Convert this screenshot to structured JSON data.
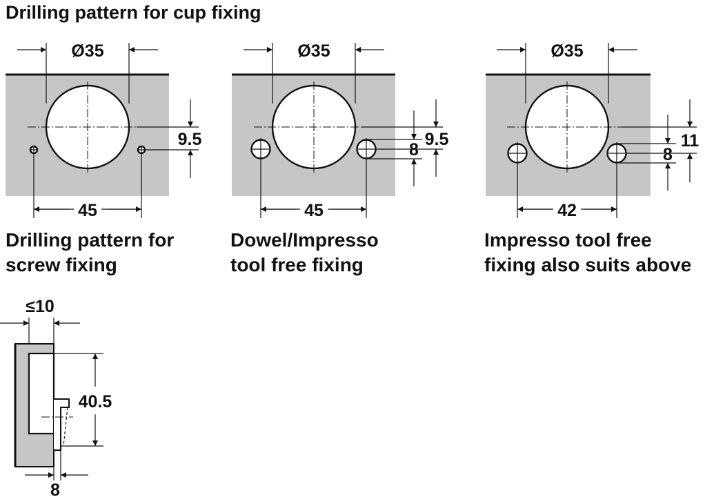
{
  "title": "Drilling pattern for cup fixing",
  "diagrams": {
    "screw": {
      "dia": "Ø35",
      "offset": "9.5",
      "spacing": "45",
      "caption": [
        "Drilling pattern for",
        "screw fixing"
      ]
    },
    "dowel": {
      "dia": "Ø35",
      "offset": "9.5",
      "hole": "8",
      "spacing": "45",
      "caption": [
        "Dowel/Impresso",
        "tool free fixing"
      ]
    },
    "impresso": {
      "dia": "Ø35",
      "offset": "11",
      "hole": "8",
      "spacing": "42",
      "caption": [
        "Impresso tool free",
        "fixing also suits above"
      ]
    },
    "side": {
      "edge": "≤10",
      "depth": "40.5",
      "bottom": "8"
    }
  },
  "colors": {
    "plate": "#c6c6c6",
    "line": "#111111",
    "hole": "#ffffff"
  }
}
